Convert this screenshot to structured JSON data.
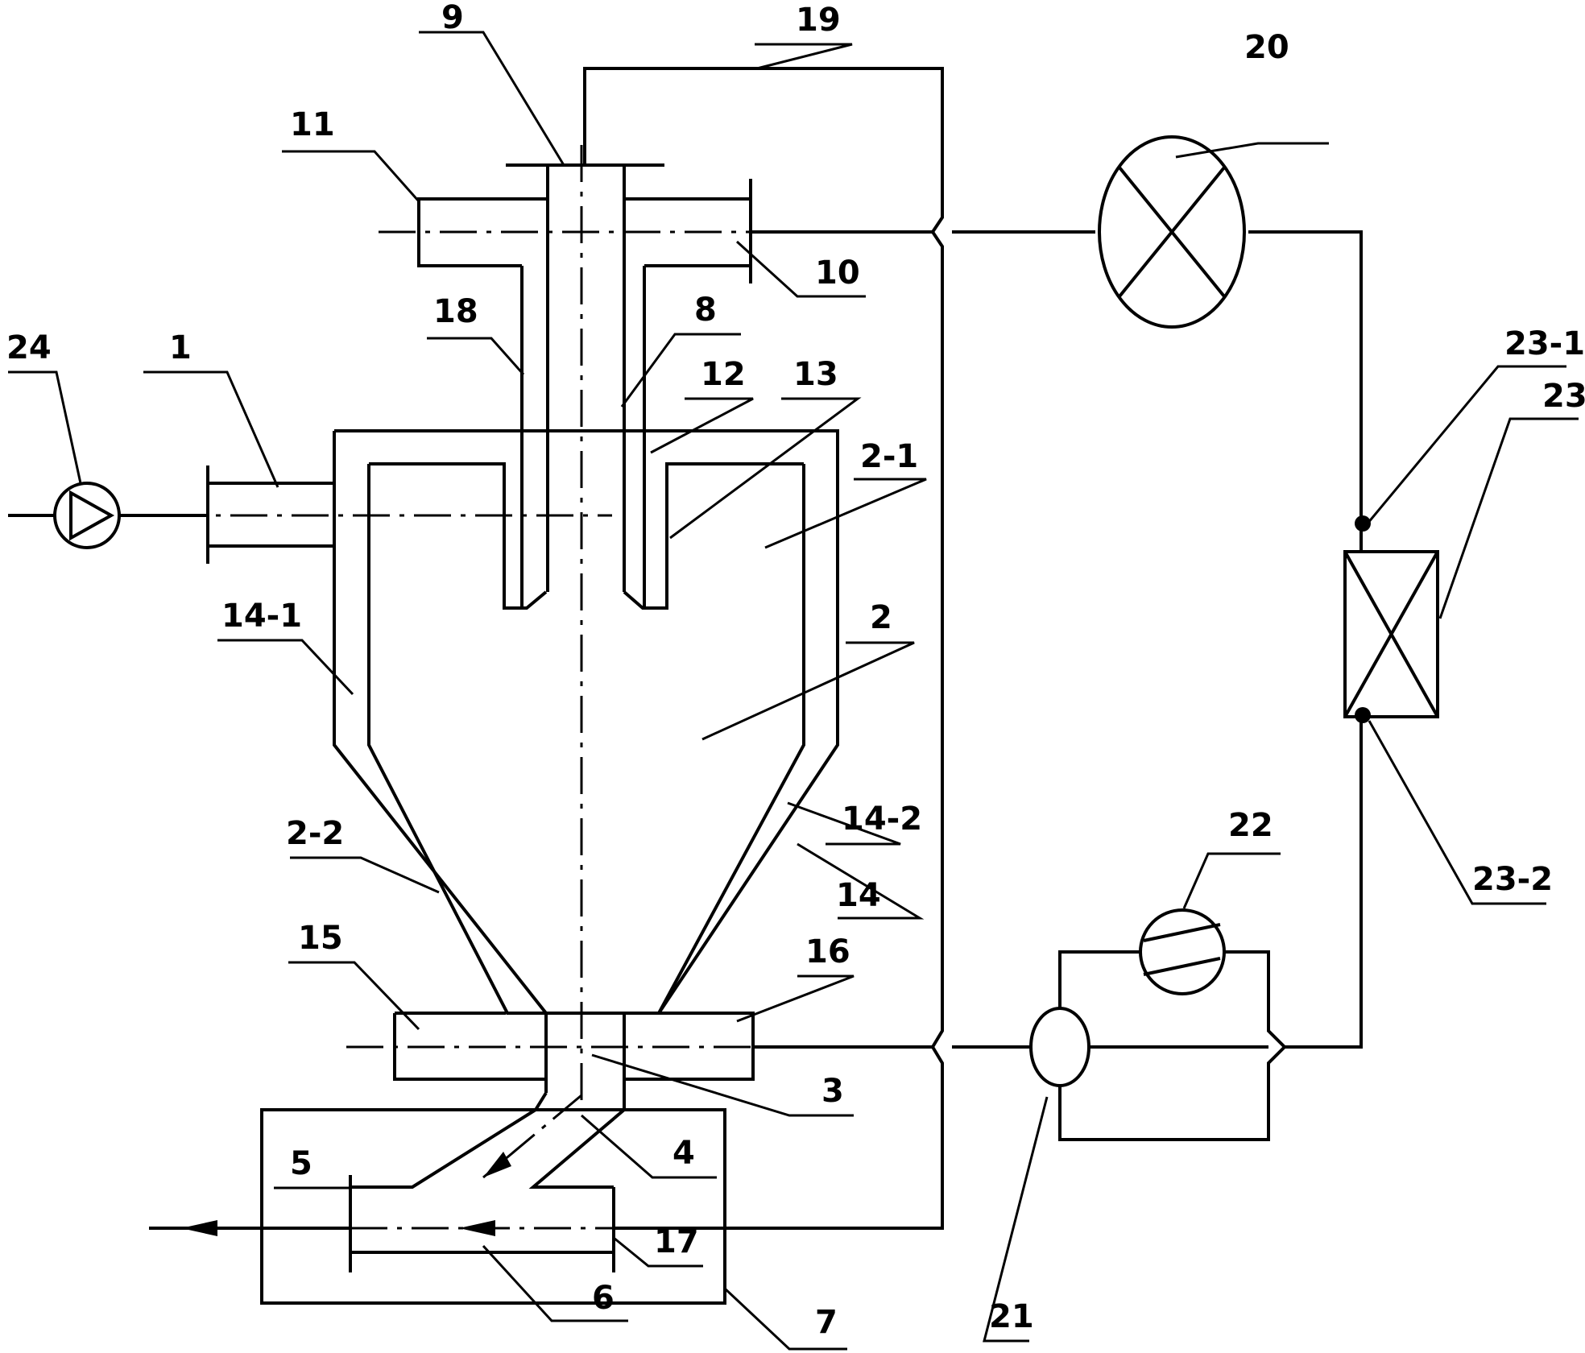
{
  "labels": {
    "l1": "1",
    "l2": "2",
    "l2_1": "2-1",
    "l2_2": "2-2",
    "l3": "3",
    "l4": "4",
    "l5": "5",
    "l6": "6",
    "l7": "7",
    "l8": "8",
    "l9": "9",
    "l10": "10",
    "l11": "11",
    "l12": "12",
    "l13": "13",
    "l14": "14",
    "l14_1": "14-1",
    "l14_2": "14-2",
    "l15": "15",
    "l16": "16",
    "l17": "17",
    "l18": "18",
    "l19": "19",
    "l20": "20",
    "l21": "21",
    "l22": "22",
    "l23": "23",
    "l23_1": "23-1",
    "l23_2": "23-2",
    "l24": "24"
  }
}
